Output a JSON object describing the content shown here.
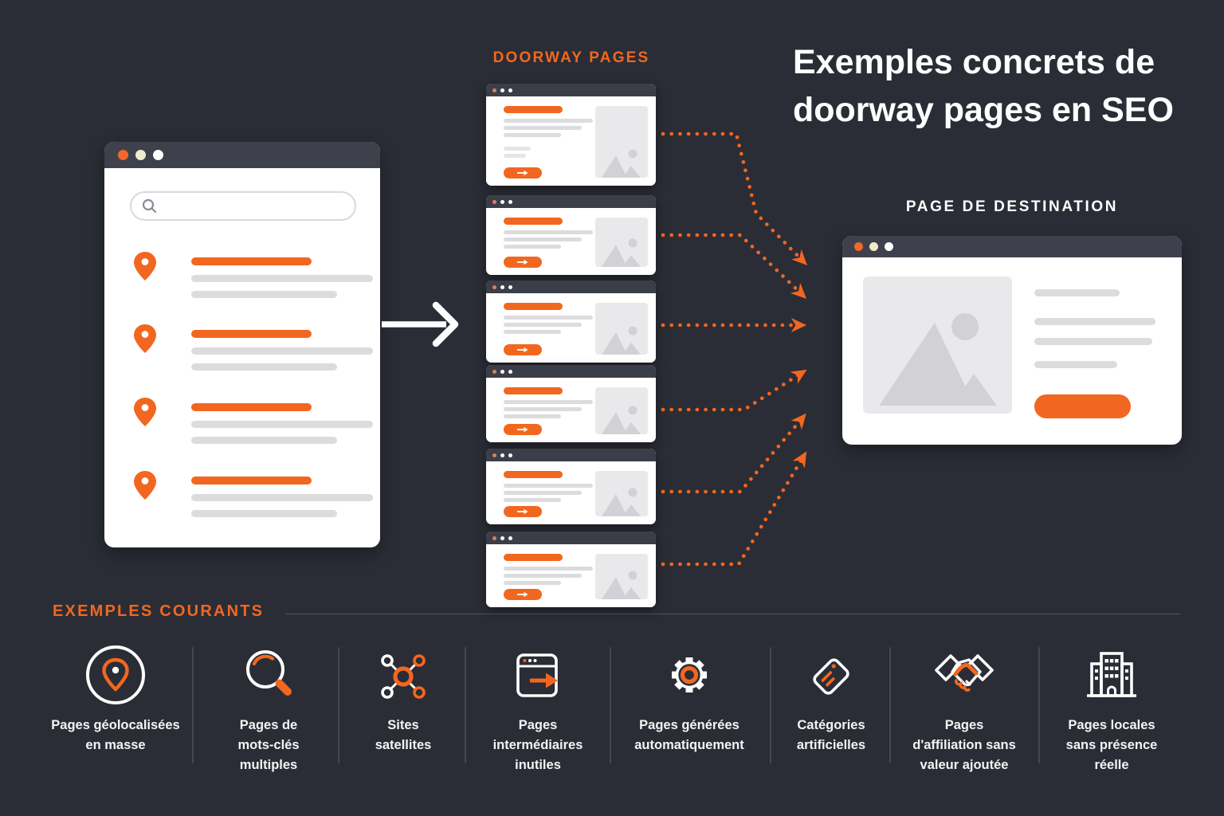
{
  "header": {
    "title_lines": [
      "Exemples concrets de",
      "doorway pages en SEO"
    ]
  },
  "diagram": {
    "doorway_label": "DOORWAY PAGES",
    "destination_label": "PAGE DE DESTINATION",
    "doorway_card_count": 6,
    "source_result_count": 4
  },
  "footer": {
    "section_title": "EXEMPLES COURANTS",
    "examples": [
      {
        "icon": "geo-pin-circle-icon",
        "label_lines": [
          "Pages géolocalisées",
          "en masse"
        ]
      },
      {
        "icon": "keyword-magnifier-icon",
        "label_lines": [
          "Pages de",
          "mots-clés",
          "multiples"
        ]
      },
      {
        "icon": "satellite-network-icon",
        "label_lines": [
          "Sites",
          "satellites"
        ]
      },
      {
        "icon": "redirect-browser-icon",
        "label_lines": [
          "Pages",
          "intermédiaires",
          "inutiles"
        ]
      },
      {
        "icon": "auto-generation-gear-icon",
        "label_lines": [
          "Pages générées",
          "automatiquement"
        ]
      },
      {
        "icon": "tag-icon",
        "label_lines": [
          "Catégories",
          "artificielles"
        ]
      },
      {
        "icon": "handshake-icon",
        "label_lines": [
          "Pages",
          "d'affiliation sans",
          "valeur ajoutée"
        ]
      },
      {
        "icon": "building-icon",
        "label_lines": [
          "Pages locales",
          "sans présence",
          "réelle"
        ]
      }
    ]
  },
  "colors": {
    "bg": "#2B2D36",
    "accent": "#F2671F",
    "bar": "#3E414B",
    "white": "#FFFFFF",
    "line_gray": "#DCDCDF",
    "placeholder": "#E9E9EB",
    "divider": "#46484F"
  }
}
